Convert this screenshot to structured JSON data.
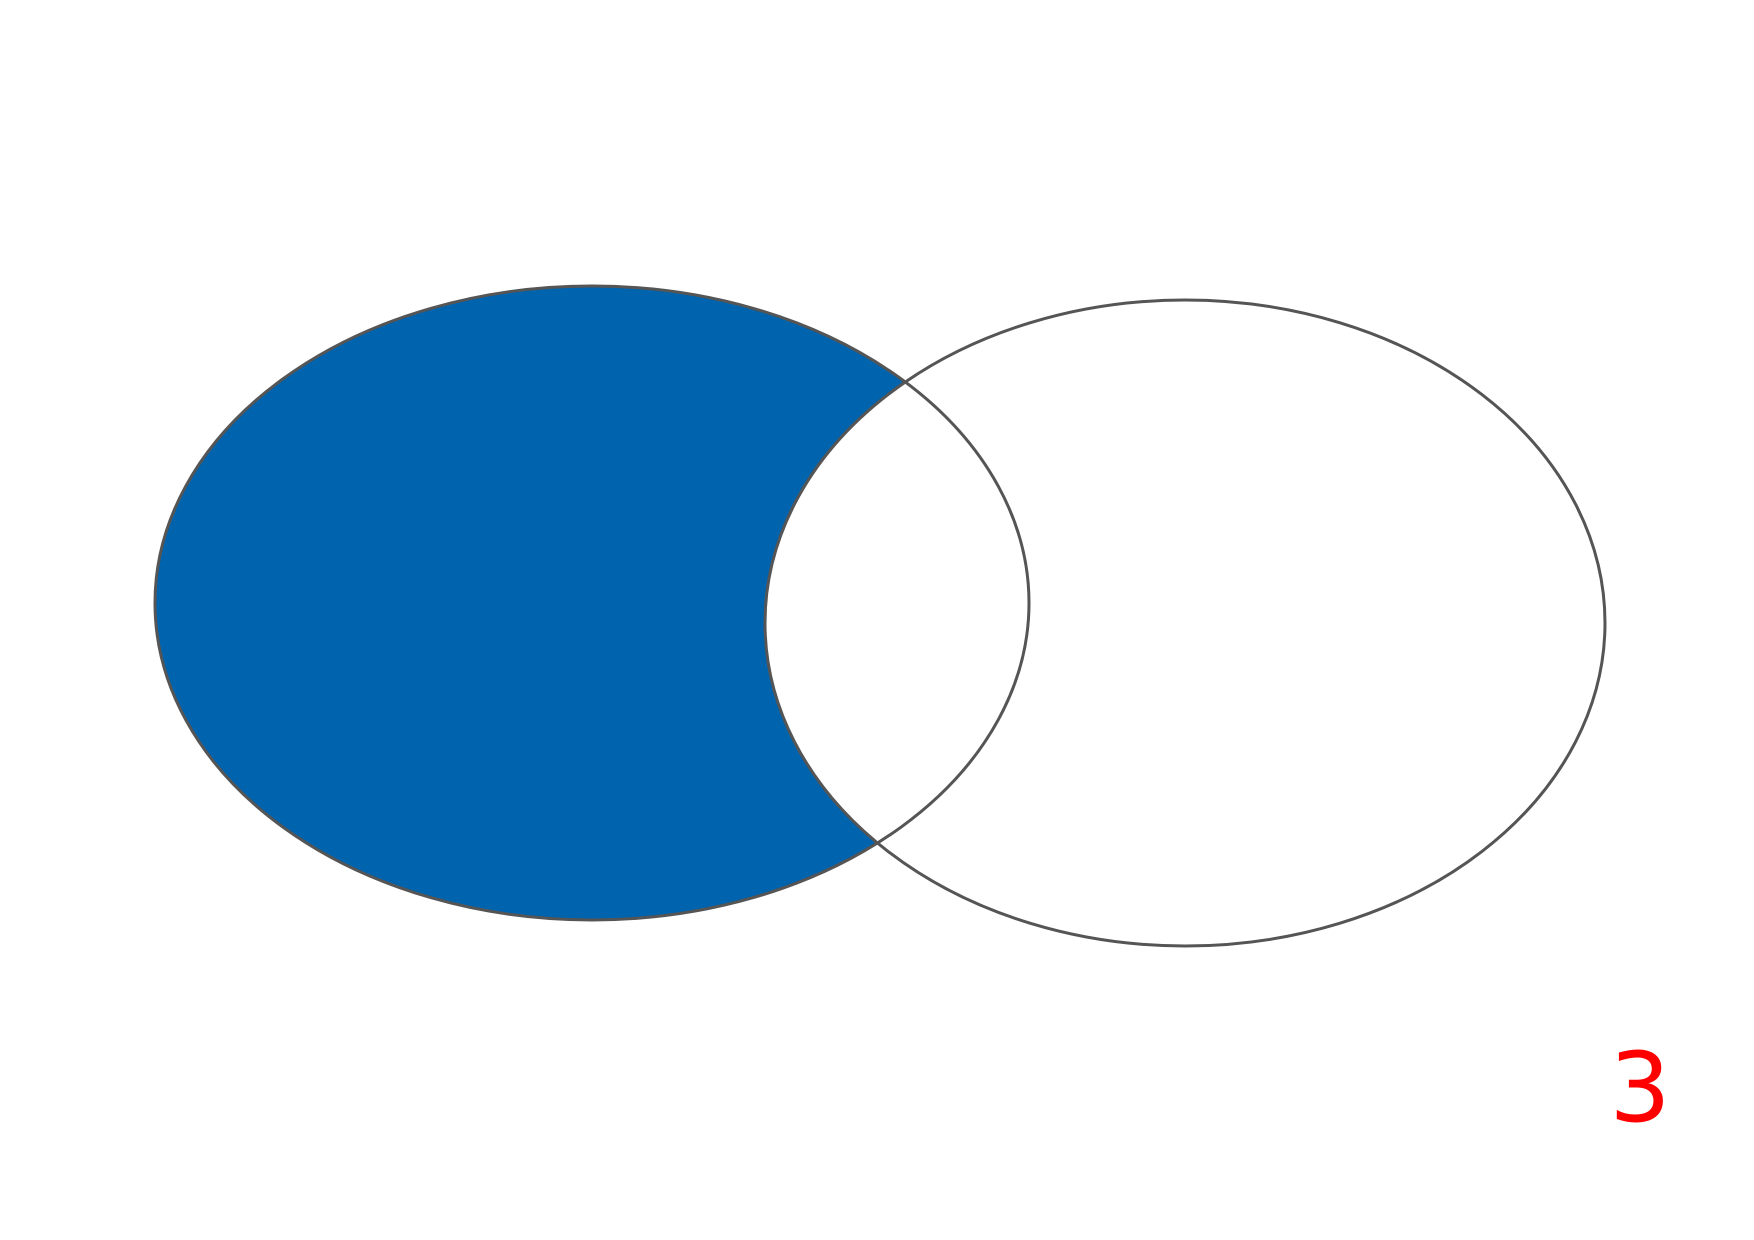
{
  "diagram": {
    "type": "venn",
    "sets": [
      {
        "id": "left-set",
        "fill": "#0063ad"
      },
      {
        "id": "right-set",
        "fill": "#ffffff"
      }
    ],
    "intersection": {
      "fill": "#ffffff"
    },
    "shaded_region": "left-set-only",
    "outline_color": "#555555"
  },
  "page": {
    "number": "3",
    "number_color": "#ff0000"
  }
}
